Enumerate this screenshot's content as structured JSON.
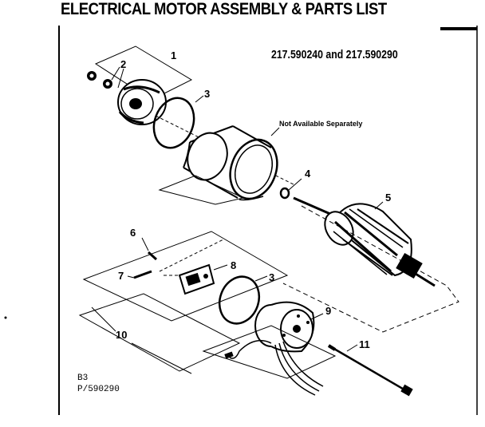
{
  "header": {
    "title": "ELECTRICAL MOTOR ASSEMBLY & PARTS LIST",
    "models": "217.590240 and 217.590290"
  },
  "note": "Not Available Separately",
  "callouts": [
    "1",
    "2",
    "3",
    "4",
    "5",
    "6",
    "7",
    "8",
    "3",
    "9",
    "10",
    "11"
  ],
  "footer": {
    "code_a": "B3",
    "code_b": "P/590290"
  }
}
